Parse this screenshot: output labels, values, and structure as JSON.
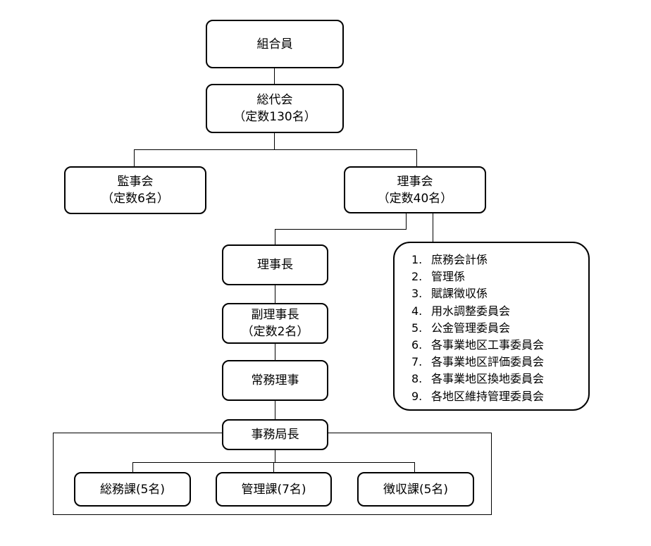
{
  "nodes": {
    "members": {
      "label": "組合員"
    },
    "general_assembly": {
      "label": "総代会",
      "sub": "（定数130名）"
    },
    "auditors": {
      "label": "監事会",
      "sub": "（定数6名）"
    },
    "board": {
      "label": "理事会",
      "sub": "（定数40名）"
    },
    "chairman": {
      "label": "理事長"
    },
    "vice_chairman": {
      "label": "副理事長",
      "sub": "（定数2名）"
    },
    "executive_director": {
      "label": "常務理事"
    },
    "secretariat_head": {
      "label": "事務局長"
    },
    "general_affairs": {
      "label": "総務課(5名)"
    },
    "management": {
      "label": "管理課(7名)"
    },
    "collection": {
      "label": "徴収課(5名)"
    }
  },
  "committees": [
    {
      "num": "1.",
      "label": "庶務会計係"
    },
    {
      "num": "2.",
      "label": "管理係"
    },
    {
      "num": "3.",
      "label": "賦課徴収係"
    },
    {
      "num": "4.",
      "label": "用水調整委員会"
    },
    {
      "num": "5.",
      "label": "公金管理委員会"
    },
    {
      "num": "6.",
      "label": "各事業地区工事委員会"
    },
    {
      "num": "7.",
      "label": "各事業地区評価委員会"
    },
    {
      "num": "8.",
      "label": "各事業地区換地委員会"
    },
    {
      "num": "9.",
      "label": "各地区維持管理委員会"
    }
  ]
}
